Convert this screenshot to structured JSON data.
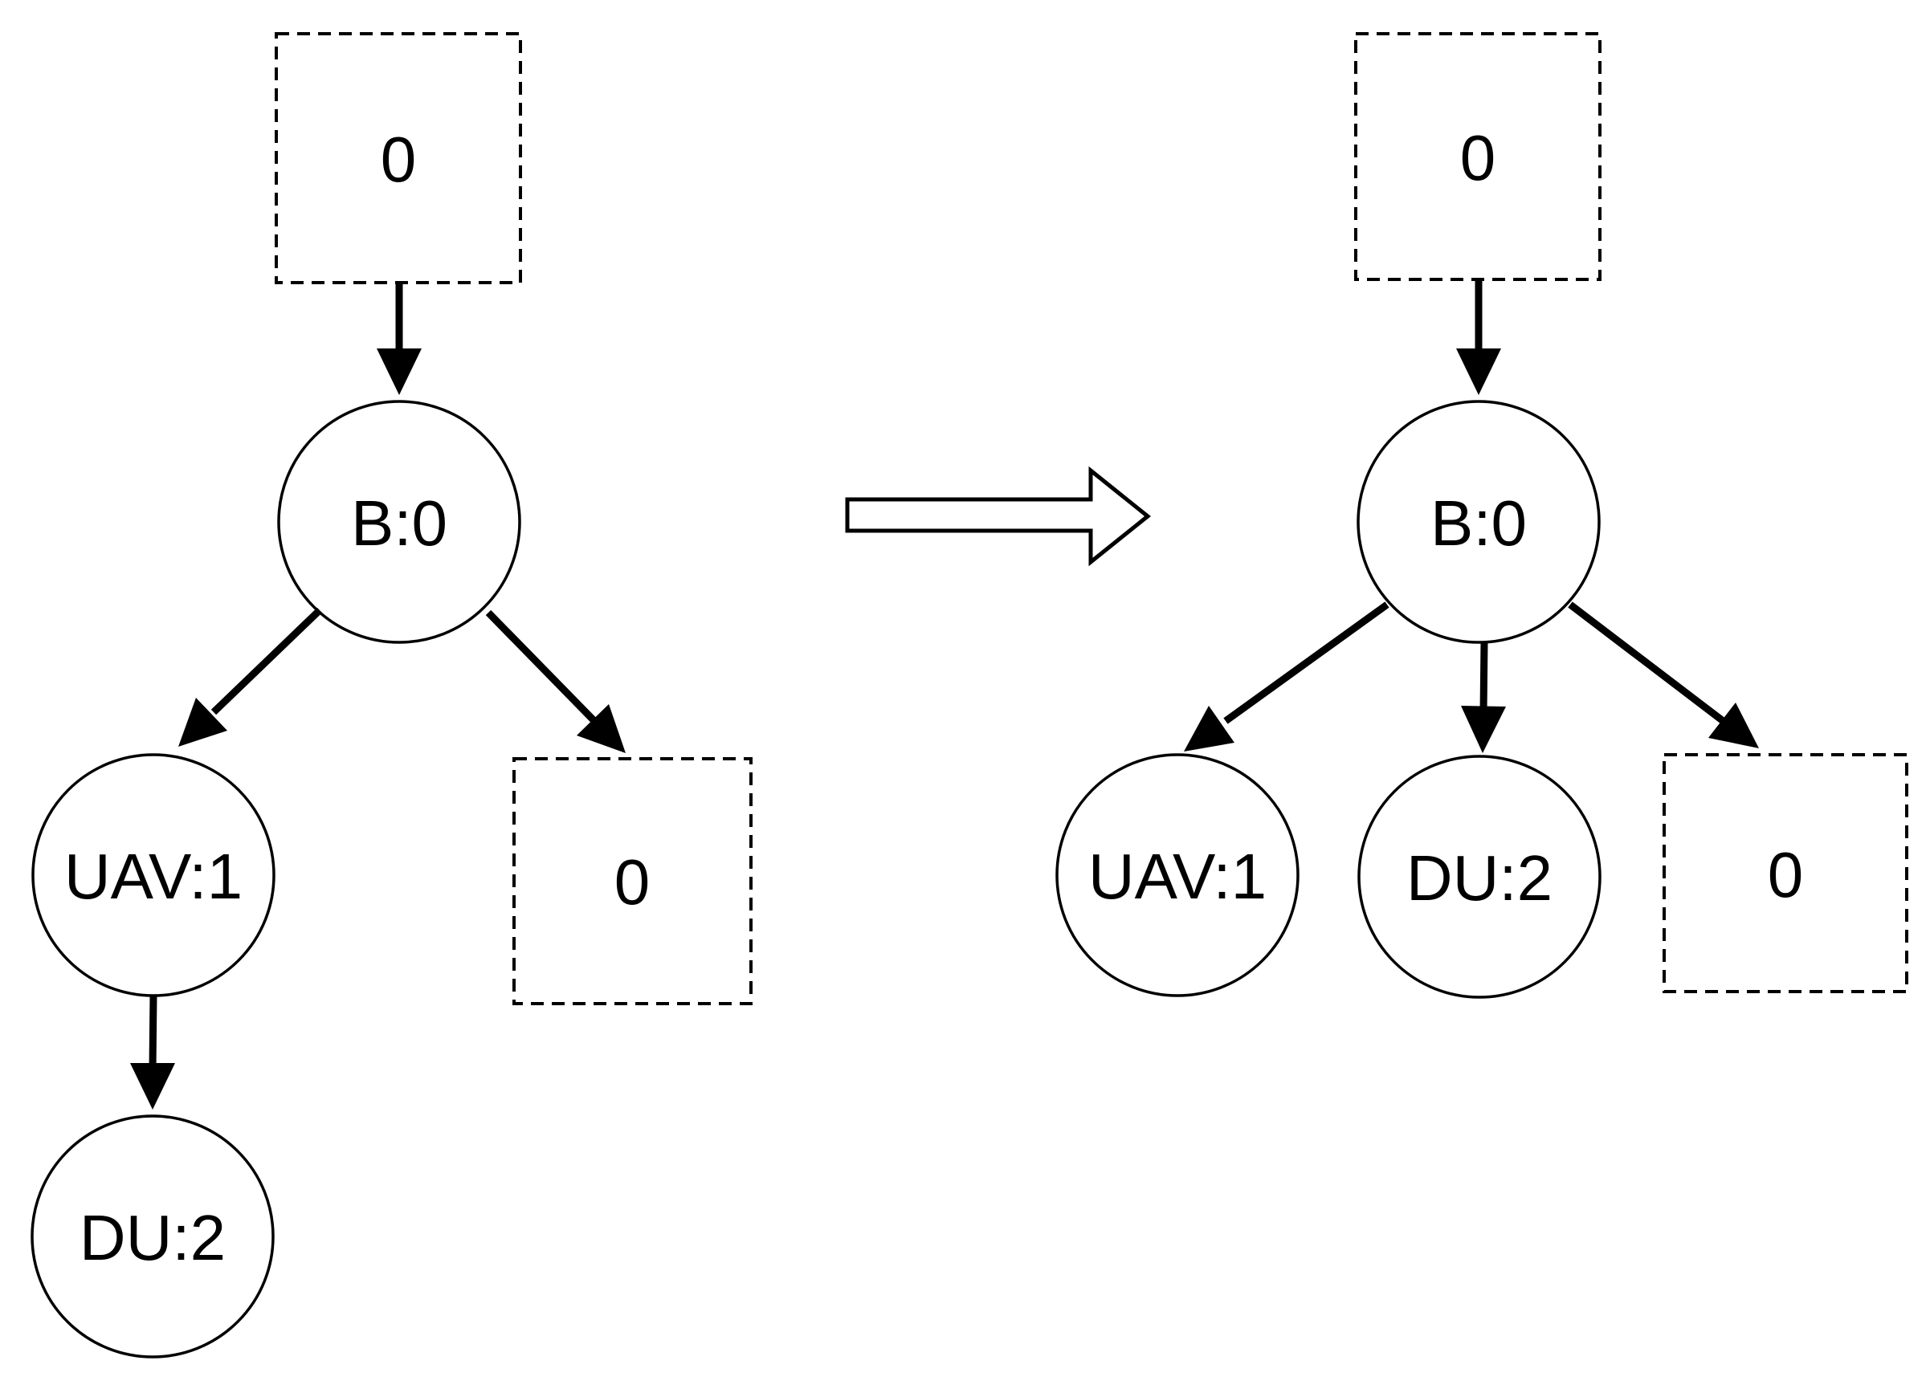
{
  "colors": {
    "ink": "#000000",
    "background": "#ffffff"
  },
  "left_tree": {
    "root_slot_label": "0",
    "b_label": "B:0",
    "uav_label": "UAV:1",
    "du_label": "DU:2",
    "leaf_slot_label": "0",
    "edges": [
      "root-slot → B:0",
      "B:0 → UAV:1",
      "B:0 → leaf-slot",
      "UAV:1 → DU:2"
    ]
  },
  "transform_arrow": {
    "direction": "right"
  },
  "right_tree": {
    "root_slot_label": "0",
    "b_label": "B:0",
    "uav_label": "UAV:1",
    "du_label": "DU:2",
    "leaf_slot_label": "0",
    "edges": [
      "root-slot → B:0",
      "B:0 → UAV:1",
      "B:0 → DU:2",
      "B:0 → leaf-slot"
    ]
  }
}
